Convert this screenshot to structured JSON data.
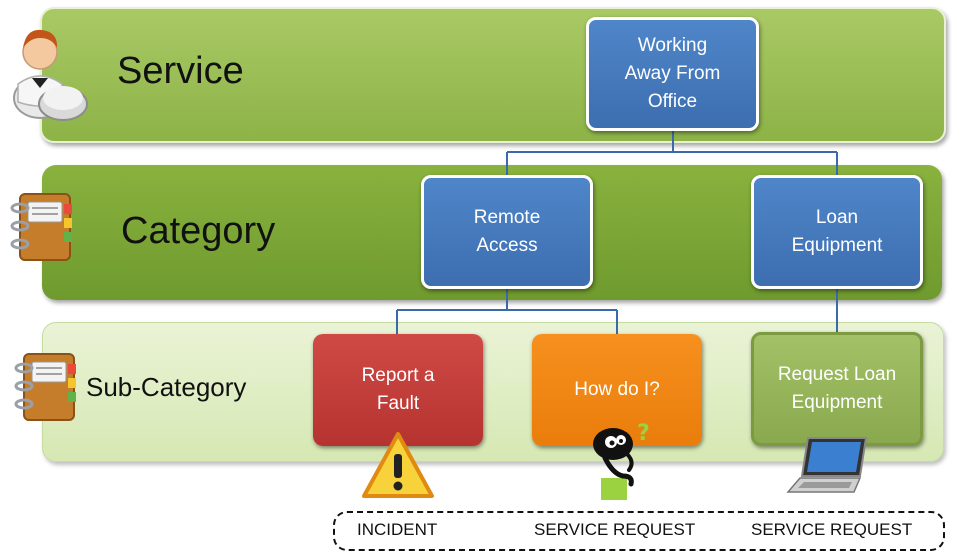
{
  "levels": {
    "service": "Service",
    "category": "Category",
    "sub_category": "Sub-Category"
  },
  "nodes": {
    "service": "Working\nAway From\nOffice",
    "category_remote": "Remote\nAccess",
    "category_loan": "Loan\nEquipment",
    "sub_fault": "Report a\nFault",
    "sub_howdoi": "How do I?",
    "sub_request": "Request Loan\nEquipment"
  },
  "types": {
    "incident": "INCIDENT",
    "service_request_1": "SERVICE REQUEST",
    "service_request_2": "SERVICE REQUEST"
  },
  "icons": {
    "service": "butler-icon",
    "category": "notebook-icon",
    "sub_category": "notebook-icon",
    "incident": "warning-icon",
    "service_request_1": "thinking-figure-icon",
    "service_request_2": "laptop-icon"
  },
  "colors": {
    "band_service": "#98bc52",
    "band_category": "#7ba534",
    "band_sub": "#e1edc6",
    "node_blue": "#4679bd",
    "node_red": "#c43e3a",
    "node_orange": "#f08716",
    "node_green": "#96b55a"
  }
}
